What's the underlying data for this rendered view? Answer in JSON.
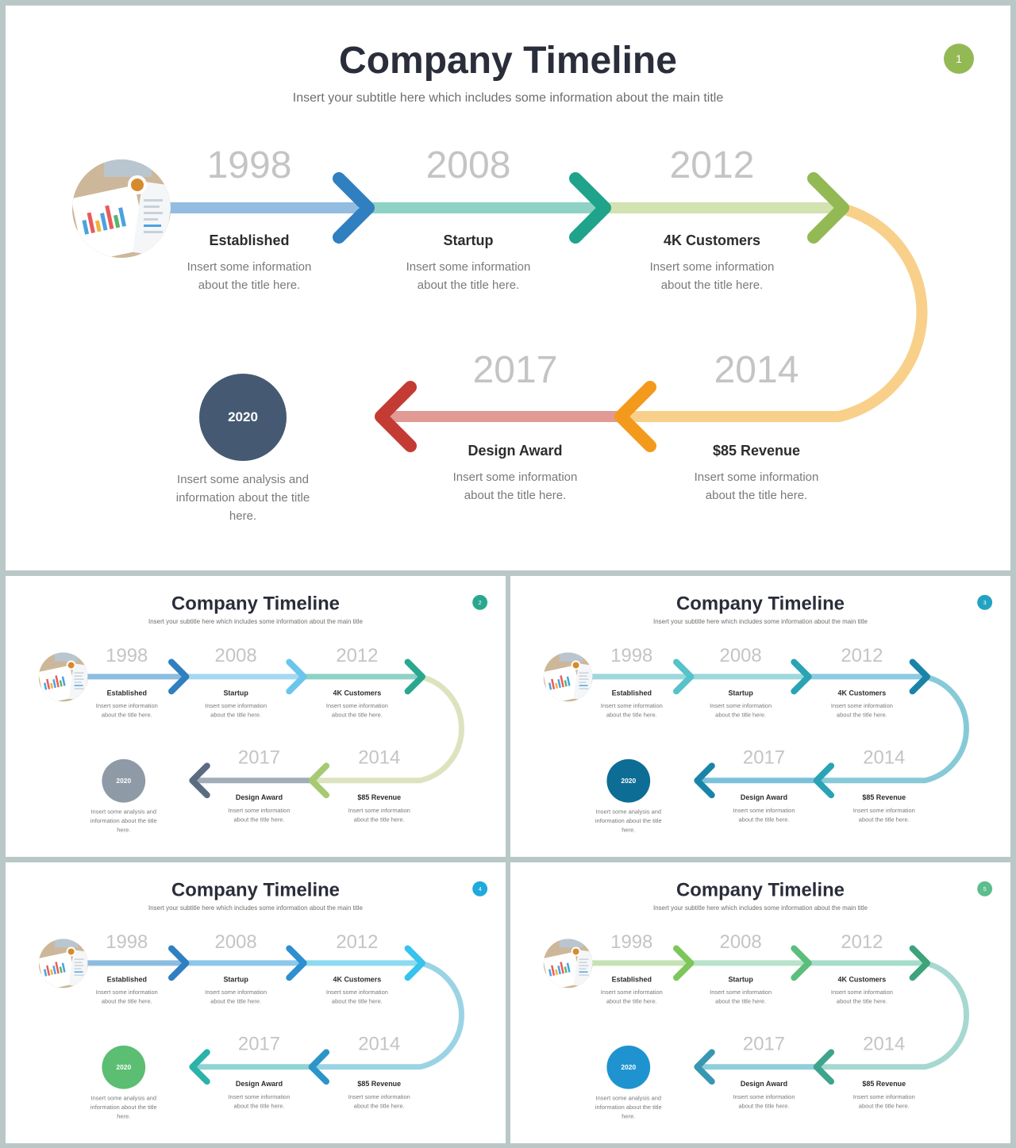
{
  "title": "Company Timeline",
  "subtitle": "Insert your subtitle here which includes some information about the main title",
  "milestones": [
    {
      "year": "1998",
      "title": "Established",
      "desc": "Insert some information about the title here."
    },
    {
      "year": "2008",
      "title": "Startup",
      "desc": "Insert some information about the title here."
    },
    {
      "year": "2012",
      "title": "4K Customers",
      "desc": "Insert some information about the title here."
    },
    {
      "year": "2014",
      "title": "$85 Revenue",
      "desc": "Insert some information about the title here."
    },
    {
      "year": "2017",
      "title": "Design Award",
      "desc": "Insert some information about the title here."
    }
  ],
  "final": {
    "year": "2020",
    "desc": "Insert some analysis and information about the title here."
  },
  "slides": [
    {
      "page": "1",
      "badge_color": "#93b955",
      "circle_color": "#455a72",
      "segments": [
        "#93bde0",
        "#8ed2c5",
        "#d2e2b0",
        "#f8d08a",
        "#e29a95"
      ],
      "arrows": [
        "#2f7fc1",
        "#1fa38a",
        "#93b955",
        "#f39a1c",
        "#c33b33"
      ]
    },
    {
      "page": "2",
      "badge_color": "#2aa88f",
      "circle_color": "#8f9aa7",
      "segments": [
        "#8cbde0",
        "#a6d8f0",
        "#8ed2c5",
        "#dbe4bf",
        "#a2adba"
      ],
      "arrows": [
        "#2f7fc1",
        "#6cc5ec",
        "#2aa88f",
        "#a6ca72",
        "#5b6b80"
      ]
    },
    {
      "page": "3",
      "badge_color": "#22a3c2",
      "circle_color": "#0d6d94",
      "segments": [
        "#9dd8dc",
        "#9dd8dc",
        "#8ccbe2",
        "#86cad8",
        "#7cc1da"
      ],
      "arrows": [
        "#56c2c9",
        "#2aa3b5",
        "#1a84a8",
        "#2aa3b5",
        "#1a84a8"
      ]
    },
    {
      "page": "4",
      "badge_color": "#1fa9dc",
      "circle_color": "#5bbe72",
      "segments": [
        "#8cbde0",
        "#8cc8ea",
        "#8ddaf0",
        "#9ad4e4",
        "#8fd4d4"
      ],
      "arrows": [
        "#2f7fc1",
        "#2f8fd0",
        "#36c3ec",
        "#2c95c8",
        "#2bb3aa"
      ]
    },
    {
      "page": "5",
      "badge_color": "#5bbe8c",
      "circle_color": "#1f93d0",
      "segments": [
        "#c4e2b4",
        "#b8e2c9",
        "#a6dccc",
        "#a6d8d0",
        "#8fcfdb"
      ],
      "arrows": [
        "#7cc65a",
        "#5bbe7c",
        "#3ea37a",
        "#3ea58c",
        "#3a97b2"
      ]
    }
  ]
}
